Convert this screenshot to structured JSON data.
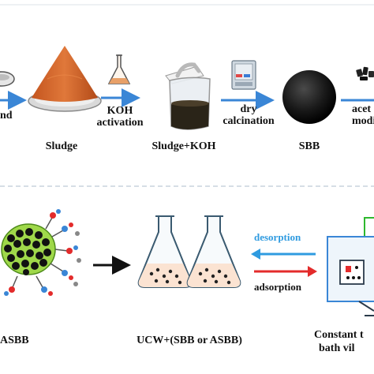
{
  "top_row": {
    "cut_label_left": "nd",
    "sludge_label": "Sludge",
    "step1_line1": "KOH",
    "step1_line2": "activation",
    "sludge_koh_label": "Sludge+KOH",
    "step2_line1": "dry",
    "step2_line2": "calcination",
    "sbb_label": "SBB",
    "cut_right_line1": "acet",
    "cut_right_line2": "modif"
  },
  "bottom_row": {
    "asbb_label": "ASBB",
    "ucw_label": "UCW+(SBB or ASBB)",
    "desorption_label": "desorption",
    "adsorption_label": "adsorption",
    "constant_line1": "Constant t",
    "constant_line2": "bath vil"
  },
  "colors": {
    "arrow_blue": "#3a86d6",
    "desorption_blue": "#2f9be0",
    "adsorption_red": "#e32b2b",
    "sludge_orange": "#d86a2c",
    "biochar_black": "#1b1b1b",
    "frame_green": "#2eb82e",
    "dashed_line": "#c9d3dd"
  }
}
